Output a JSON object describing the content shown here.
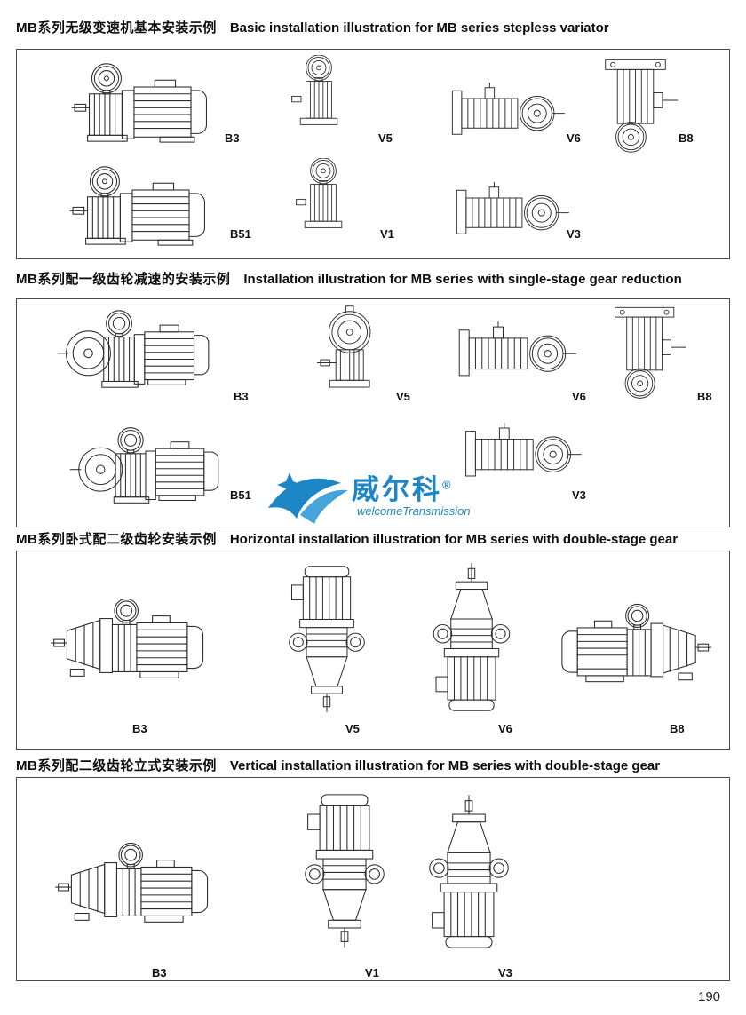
{
  "page": {
    "number": "190"
  },
  "watermark": {
    "name": "威尔科",
    "reg": "®",
    "subtitle": "welcomeTransmission"
  },
  "sections": [
    {
      "title_zh": "MB系列无级变速机基本安装示例",
      "title_en": "Basic installation illustration for MB series stepless variator",
      "figures": [
        "B3",
        "V5",
        "V6",
        "B8",
        "B51",
        "V1",
        "V3"
      ]
    },
    {
      "title_zh": "MB系列配一级齿轮减速的安装示例",
      "title_en": "Installation illustration for MB series with single-stage gear reduction",
      "figures": [
        "B3",
        "V5",
        "V6",
        "B8",
        "B51",
        "V3"
      ]
    },
    {
      "title_zh": "MB系列卧式配二级齿轮安装示例",
      "title_en": "Horizontal installation illustration for MB series with double-stage gear",
      "figures": [
        "B3",
        "V5",
        "V6",
        "B8"
      ]
    },
    {
      "title_zh": "MB系列配二级齿轮立式安装示例",
      "title_en": "Vertical installation illustration for MB series with double-stage gear",
      "figures": [
        "B3",
        "V1",
        "V3"
      ]
    }
  ]
}
